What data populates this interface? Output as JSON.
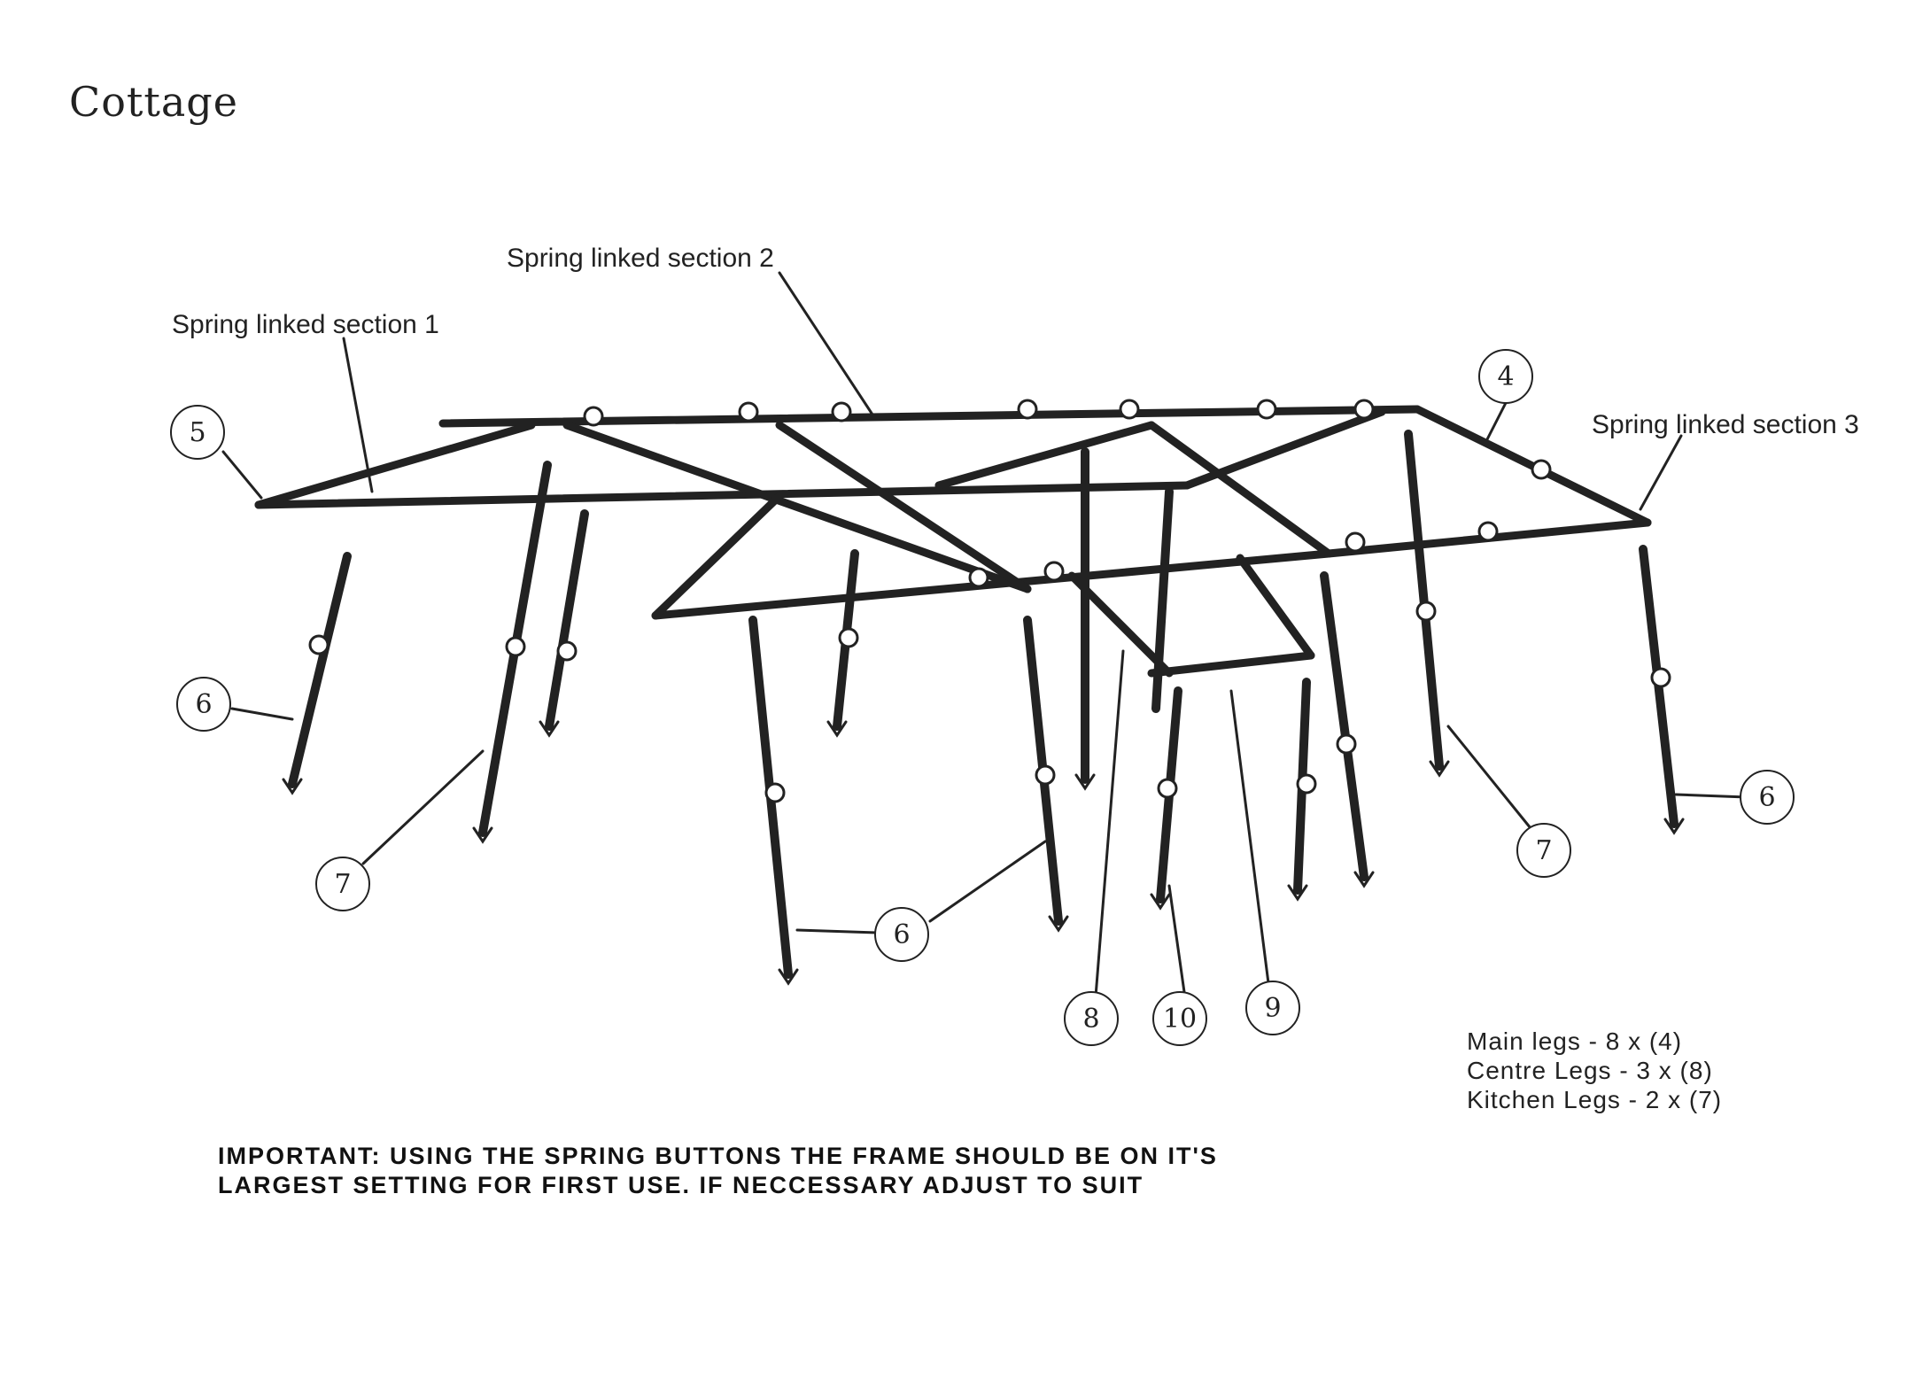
{
  "title": "Cottage",
  "labels": {
    "section1": "Spring linked section 1",
    "section2": "Spring linked section 2",
    "section3": "Spring linked section 3"
  },
  "callouts": {
    "c5": "5",
    "c4": "4",
    "c6_left": "6",
    "c7_left": "7",
    "c6_center": "6",
    "c8": "8",
    "c10": "10",
    "c9": "9",
    "c7_right": "7",
    "c6_right": "6"
  },
  "legend": {
    "main_legs": "Main legs - 8 x (4)",
    "centre_legs": "Centre Legs - 3 x (8)",
    "kitchen_legs": "Kitchen Legs - 2 x (7)"
  },
  "note": {
    "line1": "IMPORTANT:  USING THE SPRING BUTTONS THE FRAME SHOULD BE ON IT'S",
    "line2": "LARGEST  SETTING  FOR  FIRST  USE.   IF  NECCESSARY  ADJUST  TO  SUIT"
  }
}
